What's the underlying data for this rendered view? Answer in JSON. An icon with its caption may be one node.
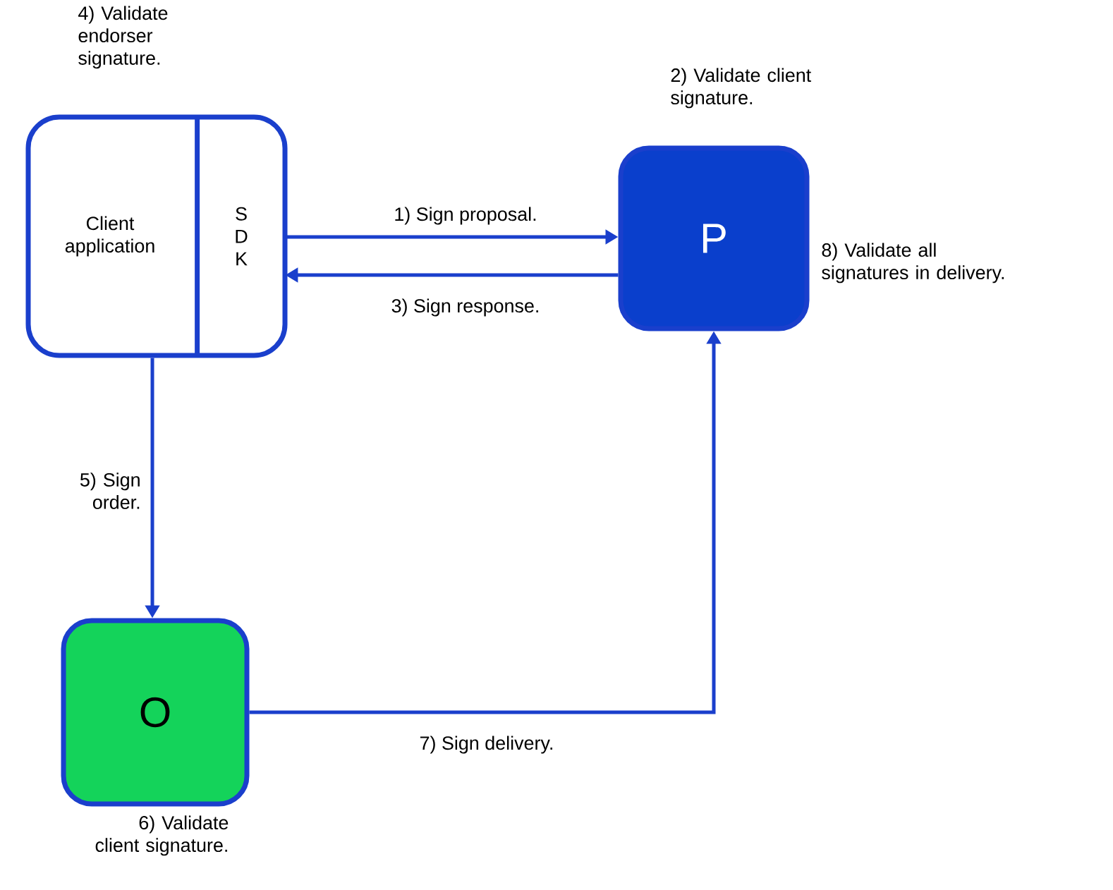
{
  "diagram": {
    "nodes": [
      {
        "text": [
          "Client application"
        ],
        "beside": [
          "4) Validate endorser signature."
        ]
      },
      {
        "text": [
          "S D K"
        ],
        "in": 0
      },
      {
        "text": [
          "P"
        ],
        "beside": [
          "2) Validate client signature.",
          "8) Validate all signatures in delivery."
        ]
      },
      {
        "text": [
          "O"
        ],
        "beside": [
          "6) Validate client signature."
        ]
      }
    ],
    "edges": [
      {
        "from": 1,
        "to": 2,
        "arrow": "to",
        "label": "1) Sign proposal."
      },
      {
        "from": 2,
        "to": 1,
        "arrow": "to",
        "label": "3) Sign response."
      },
      {
        "from": 0,
        "to": 3,
        "arrow": "to",
        "label": "5) Sign order."
      },
      {
        "from": 3,
        "to": 2,
        "arrow": "to",
        "label": "7) Sign delivery."
      }
    ]
  }
}
